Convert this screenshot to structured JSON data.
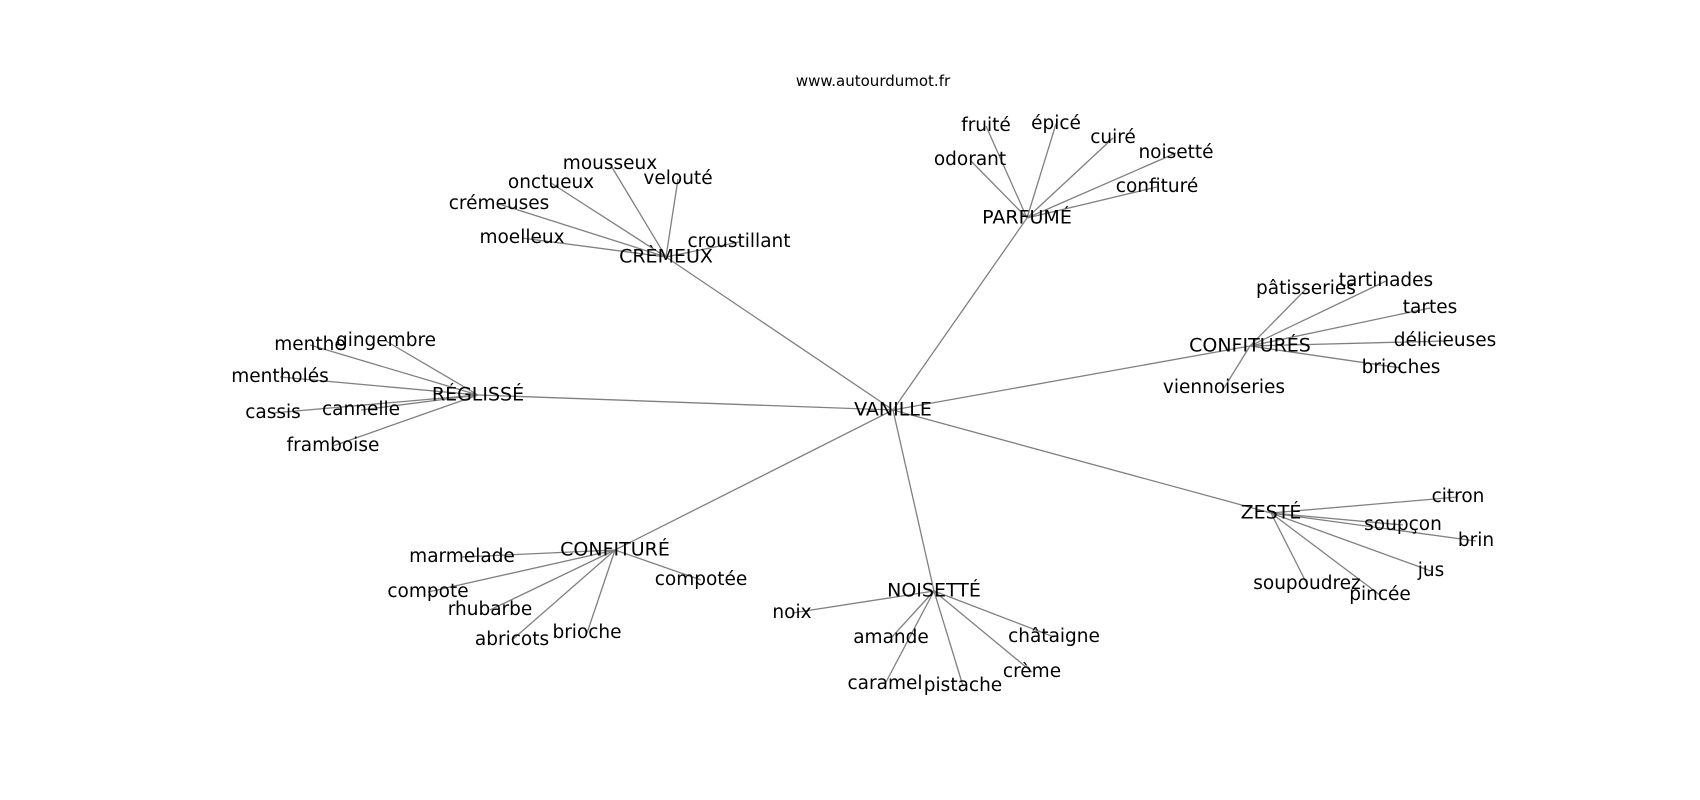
{
  "header": {
    "site": "www.autourdumot.fr"
  },
  "graph": {
    "center": "VANILLE",
    "clusters": [
      {
        "hub": "PARFUMÉ",
        "words": [
          "fruité",
          "épicé",
          "cuiré",
          "odorant",
          "noisetté",
          "confituré"
        ]
      },
      {
        "hub": "CRÈMEUX",
        "words": [
          "mousseux",
          "onctueux",
          "velouté",
          "crémeuses",
          "moelleux",
          "croustillant"
        ]
      },
      {
        "hub": "CONFITURÉS",
        "words": [
          "pâtisseries",
          "tartinades",
          "tartes",
          "délicieuses",
          "brioches",
          "viennoiseries"
        ]
      },
      {
        "hub": "RÉGLISSÉ",
        "words": [
          "menthe",
          "gingembre",
          "mentholés",
          "cassis",
          "cannelle",
          "framboise"
        ]
      },
      {
        "hub": "ZESTÉ",
        "words": [
          "citron",
          "soupçon",
          "brin",
          "jus",
          "soupoudrez",
          "pincée"
        ]
      },
      {
        "hub": "CONFITURÉ",
        "words": [
          "marmelade",
          "compotée",
          "compote",
          "rhubarbe",
          "abricots",
          "brioche"
        ]
      },
      {
        "hub": "NOISETTÉ",
        "words": [
          "noix",
          "amande",
          "châtaigne",
          "crème",
          "caramel",
          "pistache"
        ]
      }
    ]
  }
}
